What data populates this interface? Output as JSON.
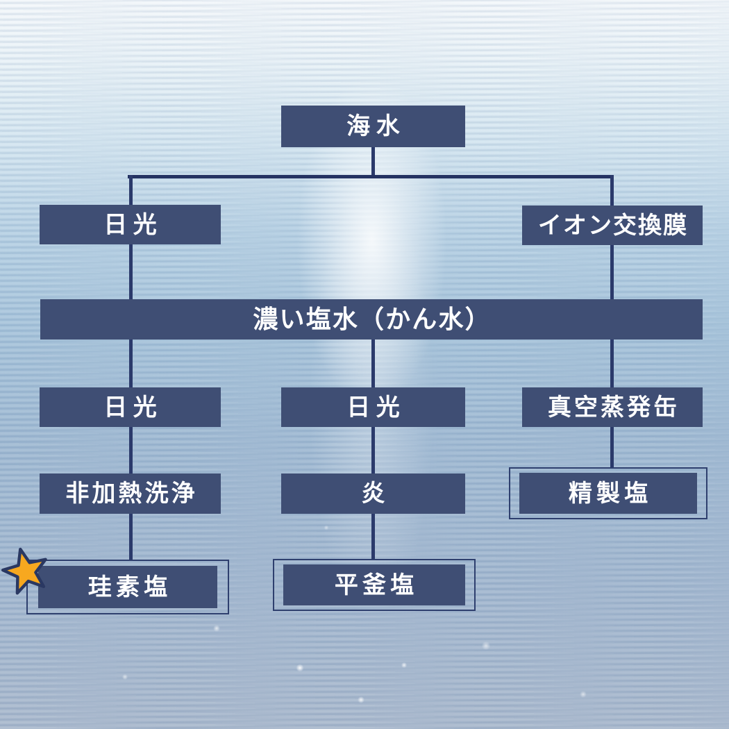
{
  "nodes": [
    {
      "id": "seawater",
      "label": "海水"
    },
    {
      "id": "sunlight-top",
      "label": "日光"
    },
    {
      "id": "ion-exchange-membrane",
      "label": "イオン交換膜"
    },
    {
      "id": "concentrated-brine",
      "label": "濃い塩水（かん水）"
    },
    {
      "id": "sunlight-left",
      "label": "日光"
    },
    {
      "id": "sunlight-middle",
      "label": "日光"
    },
    {
      "id": "vacuum-evaporator",
      "label": "真空蒸発缶"
    },
    {
      "id": "unheated-washing",
      "label": "非加熱洗浄"
    },
    {
      "id": "flame",
      "label": "炎"
    },
    {
      "id": "refined-salt",
      "label": "精製塩",
      "framed": true
    },
    {
      "id": "keiso-salt",
      "label": "珪素塩",
      "framed": true,
      "starred": true
    },
    {
      "id": "hiragama-salt",
      "label": "平釜塩",
      "framed": true
    }
  ],
  "icons": {
    "highlight": "star-icon"
  },
  "colors": {
    "box_fill": "#3F4E74",
    "connector": "#2B3A6B",
    "frame_border": "#2E3F6E",
    "text": "#FFFFFF",
    "star_fill": "#F7A81F",
    "star_outline": "#2A3862",
    "sea_top": "#F4F8FB",
    "sea_bottom": "#AAB9CD"
  }
}
